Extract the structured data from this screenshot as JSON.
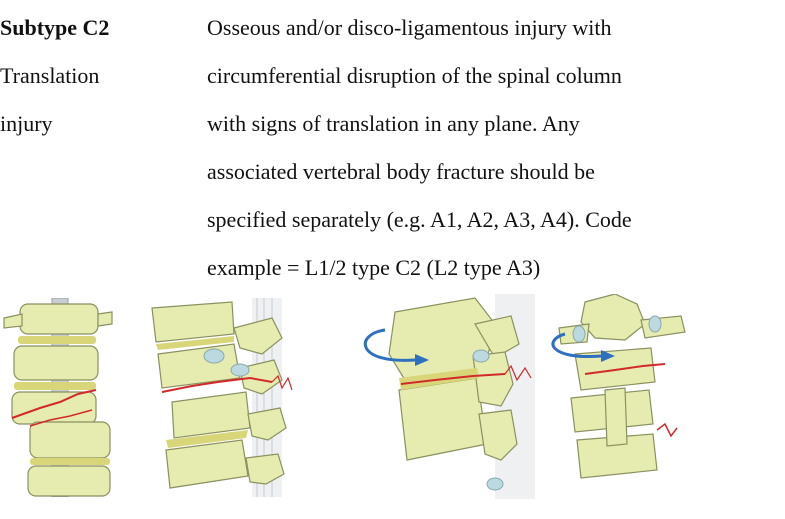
{
  "label": {
    "title": "Subtype C2",
    "line1": "Translation",
    "line2": "injury"
  },
  "description": {
    "lines": [
      "Osseous and/or disco-ligamentous injury with",
      "circumferential disruption of the spinal column",
      "with signs of translation in any plane. Any",
      "associated vertebral body fracture should be",
      "specified separately (e.g. A1, A2, A3, A4). Code",
      "example = L1/2 type C2 (L2 type A3)"
    ]
  },
  "colors": {
    "bone": "#e6ebb0",
    "bone_edge": "#8a9160",
    "disc": "#d9d67a",
    "fracture": "#d22a2a",
    "arrow": "#2f6fc0",
    "ligament": "#c7cdd2"
  }
}
